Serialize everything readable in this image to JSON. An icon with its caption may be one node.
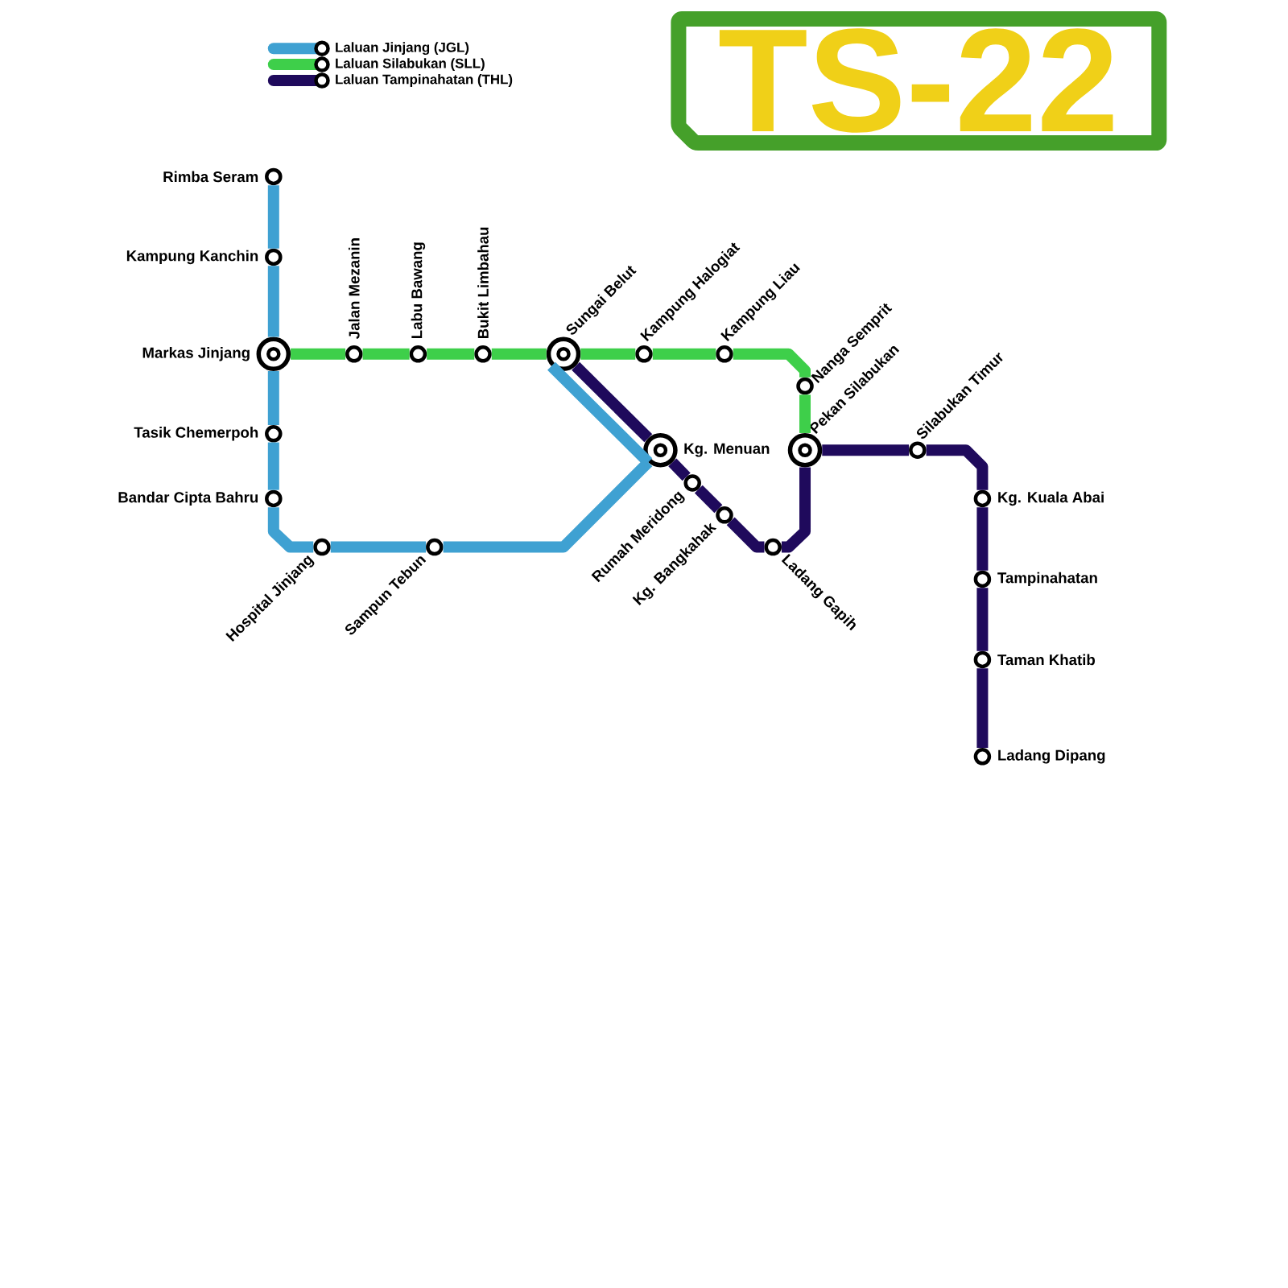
{
  "diagram": {
    "title": "TS-22",
    "nodes": [
      {
        "text": [],
        "shape": "circle",
        "beside": [
          "Rimba Seram"
        ]
      },
      {
        "text": [],
        "shape": "circle",
        "beside": [
          "Kampung Kanchin"
        ]
      },
      {
        "text": [],
        "shape": "circle",
        "beside": [
          "Markas Jinjang"
        ]
      },
      {
        "text": [],
        "shape": "circle",
        "beside": [
          "Tasik Chemerpoh"
        ]
      },
      {
        "text": [],
        "shape": "circle",
        "beside": [
          "Bandar Cipta Bahru"
        ]
      },
      {
        "text": [],
        "shape": "circle",
        "beside": [
          "Jalan Mezanin"
        ]
      },
      {
        "text": [],
        "shape": "circle",
        "beside": [
          "Labu Bawang"
        ]
      },
      {
        "text": [],
        "shape": "circle",
        "beside": [
          "Bukit Limbahau"
        ]
      },
      {
        "text": [],
        "shape": "circle",
        "beside": [
          "Sungai Belut"
        ]
      },
      {
        "text": [],
        "shape": "circle",
        "beside": [
          "Kampung Halogiat"
        ]
      },
      {
        "text": [],
        "shape": "circle",
        "beside": [
          "Kampung Liau"
        ]
      },
      {
        "text": [],
        "shape": "circle",
        "beside": [
          "Nanga Semprit"
        ]
      },
      {
        "text": [],
        "shape": "circle",
        "beside": [
          "Kg. Menuan"
        ]
      },
      {
        "text": [],
        "shape": "circle",
        "beside": [
          "Pekan Silabukan"
        ]
      },
      {
        "text": [],
        "shape": "circle",
        "beside": [
          "Silabukan Timur"
        ]
      },
      {
        "text": [],
        "shape": "circle",
        "beside": [
          "Rumah Meridong"
        ]
      },
      {
        "text": [],
        "shape": "circle",
        "beside": [
          "Kg. Kuala Abai"
        ]
      },
      {
        "text": [],
        "shape": "circle",
        "beside": [
          "Kg. Bangkahak"
        ]
      },
      {
        "text": [],
        "shape": "circle",
        "beside": [
          "Hospital Jinjang"
        ]
      },
      {
        "text": [],
        "shape": "circle",
        "beside": [
          "Sampun Tebun"
        ]
      },
      {
        "text": [],
        "shape": "circle",
        "beside": [
          "Ladang Gapih"
        ]
      },
      {
        "text": [],
        "shape": "circle",
        "beside": [
          "Tampinahatan"
        ]
      },
      {
        "text": [],
        "shape": "circle",
        "beside": [
          "Taman Khatib"
        ]
      },
      {
        "text": [],
        "shape": "circle",
        "beside": [
          "Ladang Dipang"
        ]
      }
    ],
    "edges": [
      {
        "from": 0,
        "to": 1,
        "arrow": "none",
        "color": "#3fa1d2"
      },
      {
        "from": 1,
        "to": 2,
        "arrow": "none",
        "color": "#3fa1d2"
      },
      {
        "from": 2,
        "to": 3,
        "arrow": "none",
        "color": "#3fa1d2"
      },
      {
        "from": 3,
        "to": 4,
        "arrow": "none",
        "color": "#3fa1d2"
      },
      {
        "from": 4,
        "to": 18,
        "arrow": "none",
        "color": "#3fa1d2"
      },
      {
        "from": 18,
        "to": 19,
        "arrow": "none",
        "color": "#3fa1d2"
      },
      {
        "from": 19,
        "to": 12,
        "arrow": "none",
        "color": "#3fa1d2"
      },
      {
        "from": 12,
        "to": 8,
        "arrow": "none",
        "color": "#3fa1d2"
      },
      {
        "from": 2,
        "to": 5,
        "arrow": "none",
        "color": "#3ecf4a"
      },
      {
        "from": 5,
        "to": 6,
        "arrow": "none",
        "color": "#3ecf4a"
      },
      {
        "from": 6,
        "to": 7,
        "arrow": "none",
        "color": "#3ecf4a"
      },
      {
        "from": 7,
        "to": 8,
        "arrow": "none",
        "color": "#3ecf4a"
      },
      {
        "from": 8,
        "to": 9,
        "arrow": "none",
        "color": "#3ecf4a"
      },
      {
        "from": 9,
        "to": 10,
        "arrow": "none",
        "color": "#3ecf4a"
      },
      {
        "from": 10,
        "to": 11,
        "arrow": "none",
        "color": "#3ecf4a"
      },
      {
        "from": 11,
        "to": 13,
        "arrow": "none",
        "color": "#3ecf4a"
      },
      {
        "from": 8,
        "to": 12,
        "arrow": "none",
        "color": "#1f0a5c"
      },
      {
        "from": 12,
        "to": 15,
        "arrow": "none",
        "color": "#1f0a5c"
      },
      {
        "from": 15,
        "to": 17,
        "arrow": "none",
        "color": "#1f0a5c"
      },
      {
        "from": 17,
        "to": 20,
        "arrow": "none",
        "color": "#1f0a5c"
      },
      {
        "from": 20,
        "to": 13,
        "arrow": "none",
        "color": "#1f0a5c"
      },
      {
        "from": 13,
        "to": 14,
        "arrow": "none",
        "color": "#1f0a5c"
      },
      {
        "from": 14,
        "to": 16,
        "arrow": "none",
        "color": "#1f0a5c"
      },
      {
        "from": 16,
        "to": 21,
        "arrow": "none",
        "color": "#1f0a5c"
      },
      {
        "from": 21,
        "to": 22,
        "arrow": "none",
        "color": "#1f0a5c"
      },
      {
        "from": 22,
        "to": 23,
        "arrow": "none",
        "color": "#1f0a5c"
      }
    ],
    "legend": [
      {
        "text": "Laluan Jinjang (JGL)",
        "color": "#3fa1d2"
      },
      {
        "text": "Laluan Silabukan (SLL)",
        "color": "#3ecf4a"
      },
      {
        "text": "Laluan Tampinahatan (THL)",
        "color": "#1f0a5c"
      }
    ]
  }
}
